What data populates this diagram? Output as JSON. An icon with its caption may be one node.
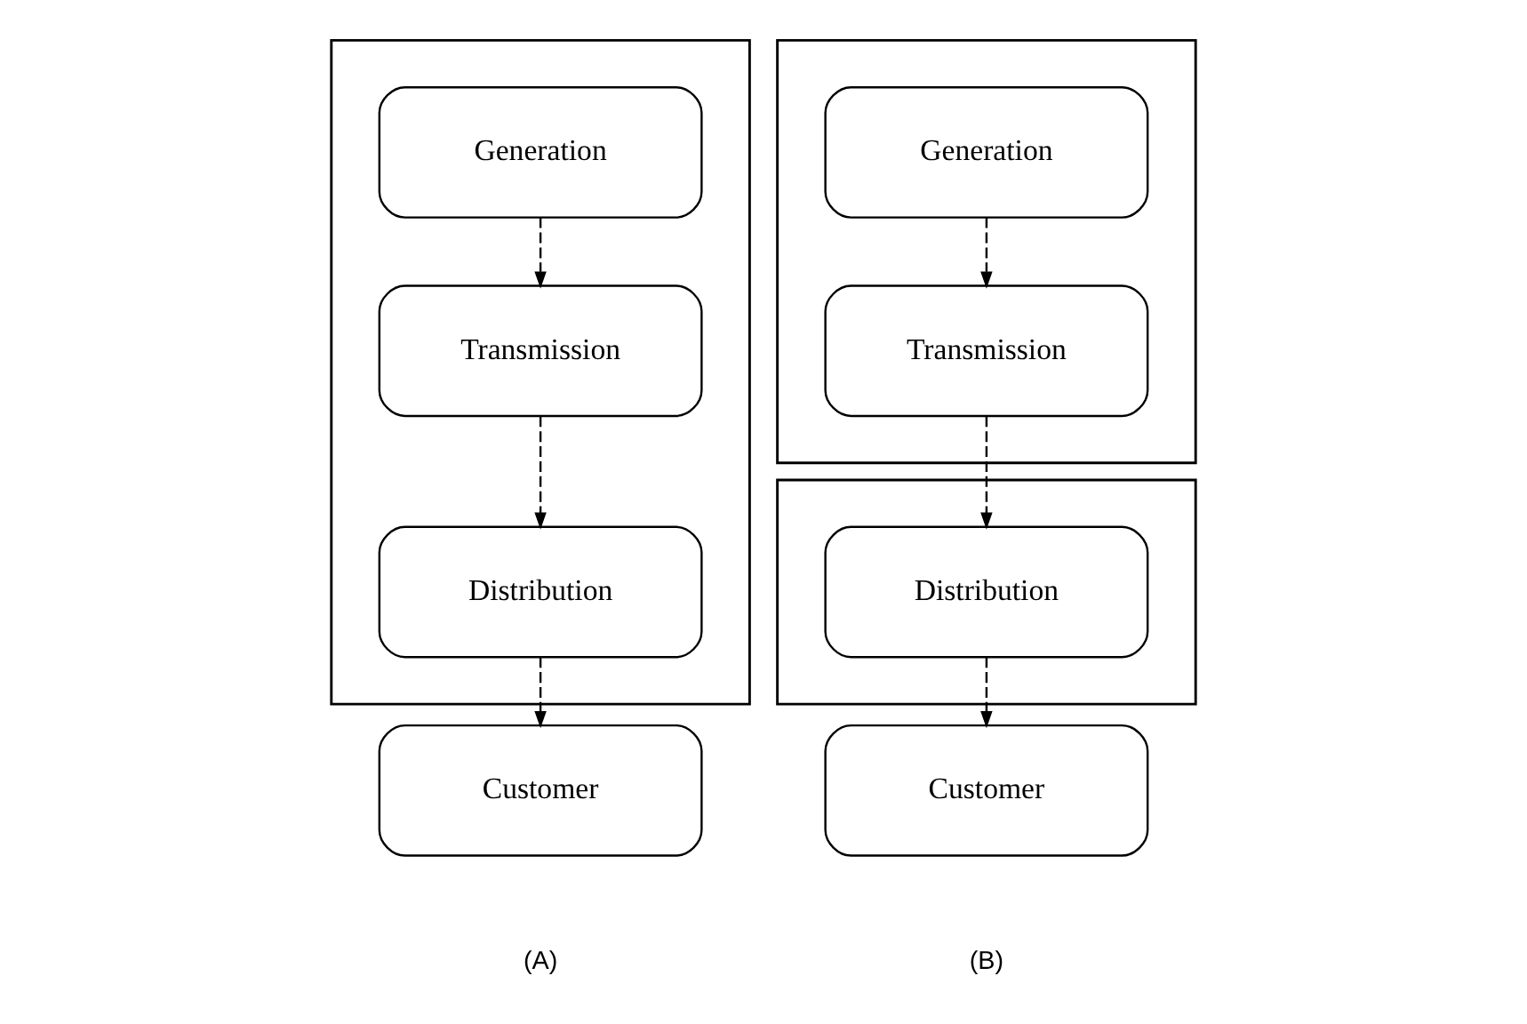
{
  "diagram": {
    "nodes": [
      {
        "text": [],
        "shape": "box"
      },
      {
        "text": [
          "Generation"
        ],
        "in": 0
      },
      {
        "text": [
          "Transmission"
        ],
        "in": 0
      },
      {
        "text": [
          "Distribution"
        ],
        "in": 0
      },
      {
        "text": [
          "Customer"
        ]
      },
      {
        "text": [],
        "shape": "box"
      },
      {
        "text": [
          "Generation"
        ],
        "in": 5
      },
      {
        "text": [
          "Transmission"
        ],
        "in": 5
      },
      {
        "text": [],
        "shape": "box"
      },
      {
        "text": [
          "Distribution"
        ],
        "in": 8
      },
      {
        "text": [
          "Customer"
        ]
      }
    ],
    "edges": [
      {
        "from": 1,
        "to": 2,
        "arrow": "to",
        "style": "dashed"
      },
      {
        "from": 2,
        "to": 3,
        "arrow": "to",
        "style": "dashed"
      },
      {
        "from": 3,
        "to": 4,
        "arrow": "to",
        "style": "dashed"
      },
      {
        "from": 6,
        "to": 7,
        "arrow": "to",
        "style": "dashed"
      },
      {
        "from": 7,
        "to": 9,
        "arrow": "to",
        "style": "dashed"
      },
      {
        "from": 9,
        "to": 10,
        "arrow": "to",
        "style": "dashed"
      }
    ],
    "labels": [
      "(A)",
      "(B)"
    ]
  }
}
